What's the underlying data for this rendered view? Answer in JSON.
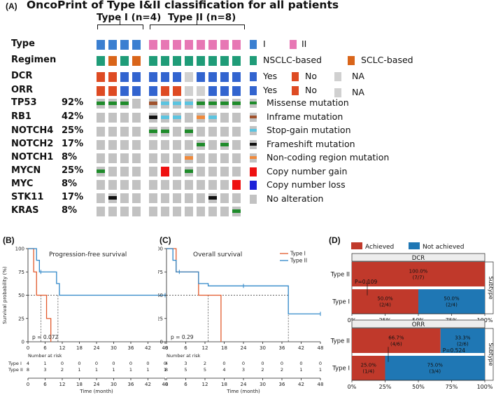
{
  "panelA": {
    "label": "(A)",
    "title": "OncoPrint of Type I&II classification for all patients",
    "group1_label": "Type I (n=4)",
    "group2_label": "Type II (n=8)",
    "colors": {
      "typeI": "#3a7fd1",
      "typeII": "#e777b4",
      "nsclc": "#1f9c78",
      "sclc": "#d9651a",
      "yes": "#3264cf",
      "no": "#de4b23",
      "na": "#d0d0d0",
      "bg": "#c2c2c2",
      "missense": "#1f8b2b",
      "inframe": "#a0522d",
      "stopgain": "#5bc4e0",
      "frameshift": "#111111",
      "noncoding": "#f08a3c",
      "gain": "#ee1111",
      "loss": "#1e22d8",
      "none": "#c2c2c2"
    },
    "clinical_rows": [
      {
        "name": "Type",
        "values": [
          "I",
          "I",
          "I",
          "I",
          "II",
          "II",
          "II",
          "II",
          "II",
          "II",
          "II",
          "II"
        ]
      },
      {
        "name": "Regimen",
        "values": [
          "NSCLC",
          "SCLC",
          "NSCLC",
          "SCLC",
          "NSCLC",
          "NSCLC",
          "NSCLC",
          "NSCLC",
          "NSCLC",
          "NSCLC",
          "NSCLC",
          "NSCLC"
        ]
      },
      {
        "name": "DCR",
        "values": [
          "No",
          "No",
          "Yes",
          "Yes",
          "Yes",
          "Yes",
          "Yes",
          "NA",
          "Yes",
          "Yes",
          "Yes",
          "Yes"
        ]
      },
      {
        "name": "ORR",
        "values": [
          "No",
          "No",
          "Yes",
          "Yes",
          "Yes",
          "No",
          "No",
          "NA",
          "NA",
          "Yes",
          "Yes",
          "Yes"
        ]
      }
    ],
    "gene_rows": [
      {
        "name": "TP53",
        "pct": "92%",
        "values": [
          "missense",
          "missense",
          "missense",
          "none",
          "inframe",
          "stopgain",
          "stopgain",
          "stopgain",
          "missense",
          "missense",
          "missense",
          "missense"
        ]
      },
      {
        "name": "RB1",
        "pct": "42%",
        "values": [
          "none",
          "none",
          "none",
          "none",
          "frameshift",
          "stopgain",
          "stopgain",
          "none",
          "noncoding",
          "stopgain",
          "none",
          "none"
        ]
      },
      {
        "name": "NOTCH4",
        "pct": "25%",
        "values": [
          "none",
          "none",
          "none",
          "none",
          "missense",
          "missense",
          "none",
          "missense",
          "none",
          "none",
          "none",
          "none"
        ]
      },
      {
        "name": "NOTCH2",
        "pct": "17%",
        "values": [
          "none",
          "none",
          "none",
          "none",
          "none",
          "none",
          "none",
          "none",
          "missense",
          "none",
          "missense",
          "none"
        ]
      },
      {
        "name": "NOTCH1",
        "pct": "8%",
        "values": [
          "none",
          "none",
          "none",
          "none",
          "none",
          "none",
          "none",
          "noncoding",
          "none",
          "none",
          "none",
          "none"
        ]
      },
      {
        "name": "MYCN",
        "pct": "25%",
        "values": [
          "missense",
          "none",
          "none",
          "none",
          "none",
          "gain",
          "none",
          "missense",
          "none",
          "none",
          "none",
          "none"
        ]
      },
      {
        "name": "MYC",
        "pct": "8%",
        "values": [
          "none",
          "none",
          "none",
          "none",
          "none",
          "none",
          "none",
          "none",
          "none",
          "none",
          "none",
          "gain"
        ]
      },
      {
        "name": "STK11",
        "pct": "17%",
        "values": [
          "none",
          "frameshift",
          "none",
          "none",
          "none",
          "none",
          "none",
          "none",
          "none",
          "frameshift",
          "none",
          "none"
        ]
      },
      {
        "name": "KRAS",
        "pct": "8%",
        "values": [
          "none",
          "none",
          "none",
          "none",
          "none",
          "none",
          "none",
          "none",
          "none",
          "none",
          "none",
          "missense"
        ]
      }
    ],
    "legend_clinical": [
      {
        "items": [
          {
            "key": "typeI",
            "label": "I"
          },
          {
            "key": "typeII",
            "label": "II"
          }
        ]
      },
      {
        "items": [
          {
            "key": "nsclc",
            "label": "NSCLC-based"
          },
          {
            "key": "sclc",
            "label": "SCLC-based"
          }
        ]
      },
      {
        "items": [
          {
            "key": "yes",
            "label": "Yes"
          },
          {
            "key": "no",
            "label": "No"
          },
          {
            "key": "na",
            "label": "NA"
          }
        ]
      },
      {
        "items": [
          {
            "key": "yes",
            "label": "Yes"
          },
          {
            "key": "no",
            "label": "No"
          },
          {
            "key": "na",
            "label": "NA"
          }
        ]
      }
    ],
    "legend_mut": [
      {
        "key": "missense",
        "label": "Missense mutation"
      },
      {
        "key": "inframe",
        "label": "Inframe mutation"
      },
      {
        "key": "stopgain",
        "label": "Stop-gain mutation"
      },
      {
        "key": "frameshift",
        "label": "Frameshift mutation"
      },
      {
        "key": "noncoding",
        "label": "Non-coding region mutation"
      },
      {
        "key": "gain",
        "label": "Copy number gain"
      },
      {
        "key": "loss",
        "label": "Copy number loss"
      },
      {
        "key": "none",
        "label": "No alteration"
      }
    ]
  },
  "panelB": {
    "label": "(B)",
    "chart_data": {
      "type": "line",
      "title": "Progression-free survival",
      "ylabel": "Survival probability (%)",
      "xlabel": "Time (month)",
      "xlim": [
        0,
        48
      ],
      "ylim": [
        0,
        100
      ],
      "xticks": [
        0,
        6,
        12,
        18,
        24,
        30,
        36,
        42,
        48
      ],
      "yticks": [
        0,
        25,
        50,
        75,
        100
      ],
      "pvalue": "p = 0.072",
      "series": [
        {
          "name": "Type I",
          "color": "#e25a2c",
          "steps": [
            [
              0,
              100
            ],
            [
              2,
              75
            ],
            [
              3,
              50
            ],
            [
              6,
              50
            ],
            [
              6.5,
              25
            ],
            [
              8,
              0
            ]
          ],
          "censors": []
        },
        {
          "name": "Type II",
          "color": "#2f87c8",
          "steps": [
            [
              0,
              100
            ],
            [
              3,
              87.5
            ],
            [
              4,
              75
            ],
            [
              10,
              62.5
            ],
            [
              11,
              50
            ],
            [
              48,
              50
            ]
          ],
          "censors": [
            [
              4.5,
              75
            ],
            [
              48,
              50
            ]
          ]
        }
      ],
      "medians": [
        4.5,
        10.5
      ],
      "risk_header": "Number at risk",
      "risk_table": [
        {
          "group": "Type I",
          "values": [
            "4",
            "1",
            "0",
            "0",
            "0",
            "0",
            "0",
            "0",
            "0"
          ]
        },
        {
          "group": "Type II",
          "values": [
            "8",
            "3",
            "2",
            "1",
            "1",
            "1",
            "1",
            "1",
            "1"
          ]
        }
      ]
    }
  },
  "panelC": {
    "label": "(C)",
    "chart_data": {
      "type": "line",
      "title": "Overall survival",
      "ylabel": "",
      "xlabel": "Time (month)",
      "xlim": [
        0,
        48
      ],
      "ylim": [
        0,
        100
      ],
      "xticks": [
        0,
        6,
        12,
        18,
        24,
        30,
        36,
        42,
        48
      ],
      "yticks": [
        0,
        25,
        50,
        75,
        100
      ],
      "pvalue": "p = 0.29",
      "series": [
        {
          "name": "Type I",
          "color": "#e25a2c",
          "steps": [
            [
              0,
              100
            ],
            [
              3,
              75
            ],
            [
              10,
              50
            ],
            [
              17,
              0
            ]
          ],
          "censors": []
        },
        {
          "name": "Type II",
          "color": "#2f87c8",
          "steps": [
            [
              0,
              100
            ],
            [
              2,
              87.5
            ],
            [
              3,
              75
            ],
            [
              8,
              75
            ],
            [
              10,
              62.5
            ],
            [
              13,
              60
            ],
            [
              38,
              30
            ],
            [
              48,
              30
            ]
          ],
          "censors": [
            [
              4,
              75
            ],
            [
              24,
              60
            ],
            [
              48,
              30
            ]
          ]
        }
      ],
      "medians": [
        13,
        38
      ],
      "risk_header": "Number at risk",
      "risk_table": [
        {
          "group": "Type I",
          "values": [
            "4",
            "3",
            "2",
            "0",
            "0",
            "0",
            "0",
            "0",
            "0"
          ]
        },
        {
          "group": "Type II",
          "values": [
            "8",
            "5",
            "5",
            "4",
            "3",
            "2",
            "2",
            "1",
            "1"
          ]
        }
      ]
    }
  },
  "panelD": {
    "label": "(D)",
    "legend": [
      {
        "label": "Achieved",
        "color": "#c0392b"
      },
      {
        "label": "Not achieved",
        "color": "#1f77b4"
      }
    ],
    "side_label": "Subtype",
    "xticks": [
      "0%",
      "25%",
      "50%",
      "75%",
      "100%"
    ],
    "chart_data": [
      {
        "type": "bar",
        "title": "DCR",
        "categories": [
          "Type II",
          "Type I"
        ],
        "series": [
          {
            "name": "Achieved",
            "values": [
              100.0,
              50.0
            ],
            "labels": [
              "100.0%\n(7/7)",
              "50.0%\n(2/4)"
            ]
          },
          {
            "name": "Not achieved",
            "values": [
              0.0,
              50.0
            ],
            "labels": [
              "",
              "50.0%\n(2/4)"
            ]
          }
        ],
        "pvalue": "P=0.109"
      },
      {
        "type": "bar",
        "title": "ORR",
        "categories": [
          "Type II",
          "Type I"
        ],
        "series": [
          {
            "name": "Achieved",
            "values": [
              66.7,
              25.0
            ],
            "labels": [
              "66.7%\n(4/6)",
              "25.0%\n(1/4)"
            ]
          },
          {
            "name": "Not achieved",
            "values": [
              33.3,
              75.0
            ],
            "labels": [
              "33.3%\n(2/6)",
              "75.0%\n(3/4)"
            ]
          }
        ],
        "pvalue": "P=0.524"
      }
    ]
  }
}
